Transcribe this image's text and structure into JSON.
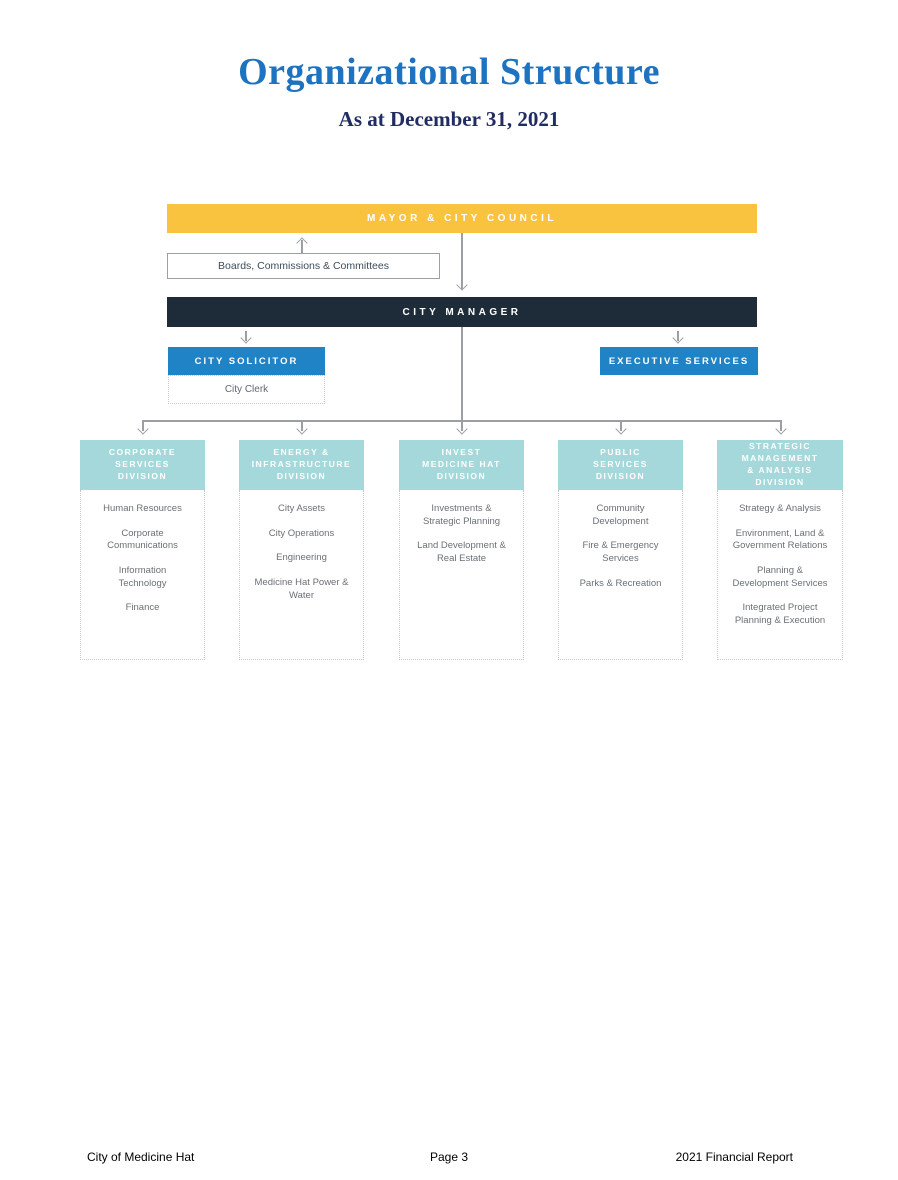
{
  "page": {
    "title": "Organizational Structure",
    "subtitle": "As at December 31, 2021"
  },
  "chart": {
    "mayor_council": "MAYOR & CITY COUNCIL",
    "boards": "Boards, Commissions & Committees",
    "city_manager": "CITY MANAGER",
    "city_solicitor": "CITY SOLICITOR",
    "city_clerk": "City Clerk",
    "executive_services": "EXECUTIVE SERVICES",
    "divisions": [
      {
        "title": "CORPORATE SERVICES DIVISION",
        "items": [
          "Human Resources",
          "Corporate Communications",
          "Information Technology",
          "Finance"
        ]
      },
      {
        "title": "ENERGY & INFRASTRUCTURE DIVISION",
        "items": [
          "City Assets",
          "City Operations",
          "Engineering",
          "Medicine Hat Power & Water"
        ]
      },
      {
        "title": "INVEST MEDICINE HAT DIVISION",
        "items": [
          "Investments & Strategic Planning",
          "Land Development & Real Estate"
        ]
      },
      {
        "title": "PUBLIC SERVICES DIVISION",
        "items": [
          "Community Development",
          "Fire & Emergency Services",
          "Parks & Recreation"
        ]
      },
      {
        "title": "STRATEGIC MANAGEMENT & ANALYSIS DIVISION",
        "items": [
          "Strategy & Analysis",
          "Environment, Land & Government Relations",
          "Planning & Development Services",
          "Integrated Project Planning & Execution"
        ]
      }
    ]
  },
  "footer": {
    "left": "City of Medicine Hat",
    "center": "Page 3",
    "right": "2021 Financial Report"
  },
  "colors": {
    "title-blue": "#1d73c0",
    "subtitle-navy": "#212c62",
    "yellow": "#fac33f",
    "navy": "#1e2c3a",
    "blue": "#1f83c5",
    "teal": "#a5d8db",
    "item-gray": "#6b7076",
    "connector": "#9b9fa3"
  }
}
